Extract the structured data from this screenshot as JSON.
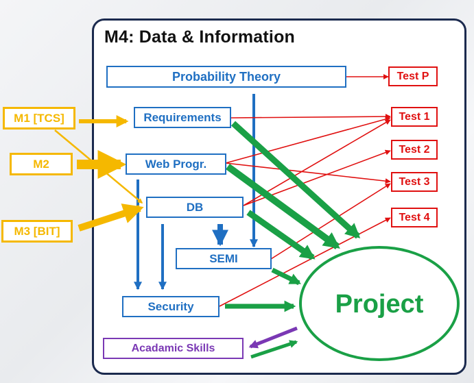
{
  "title": "M4: Data & Information",
  "nodes": {
    "probability": "Probability Theory",
    "requirements": "Requirements",
    "webprogr": "Web Progr.",
    "db": "DB",
    "semi": "SEMI",
    "security": "Security",
    "skills": "Acadamic Skills",
    "project": "Project"
  },
  "tests": {
    "p": "Test P",
    "t1": "Test 1",
    "t2": "Test 2",
    "t3": "Test 3",
    "t4": "Test 4"
  },
  "modules": {
    "m1": "M1 [TCS]",
    "m2": "M2",
    "m3": "M3 [BIT]"
  },
  "colors": {
    "frame": "#1b2a4e",
    "blue": "#1f6fc2",
    "red": "#e01010",
    "green": "#1aa046",
    "gold": "#f5b800",
    "purple": "#7a38b4"
  }
}
